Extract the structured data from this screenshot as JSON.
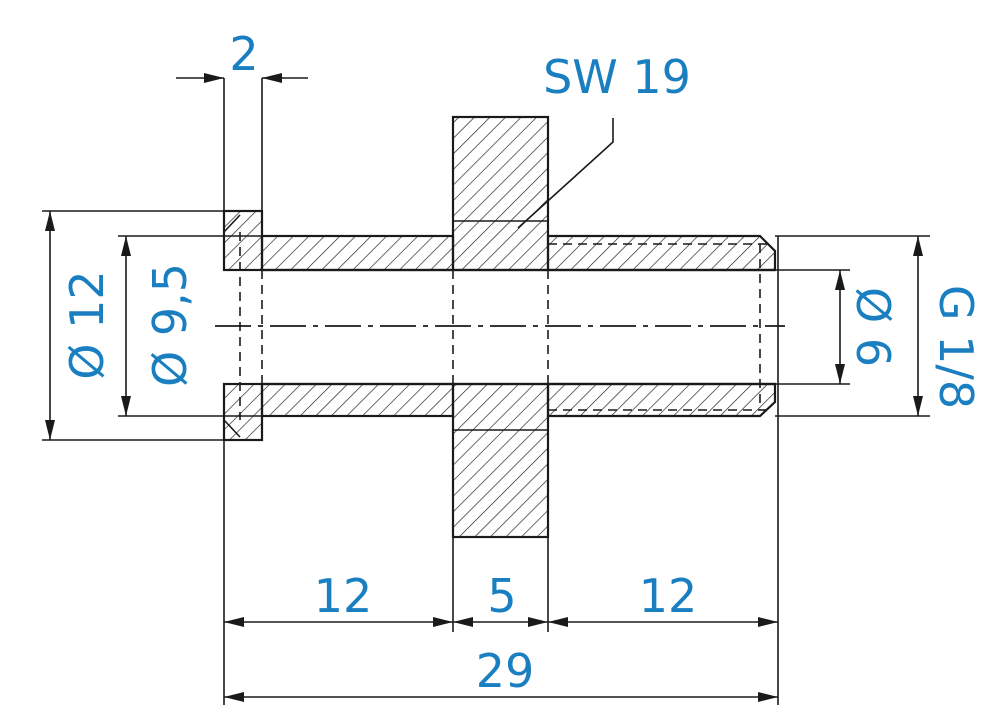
{
  "drawing": {
    "labels": {
      "wrench_size": "SW 19",
      "flange_thickness": "2",
      "outer_diameter": "Ø 12",
      "flange_bore_diameter": "Ø 9,5",
      "bore_diameter": "Ø 6",
      "thread": "G 1/8",
      "left_length": "12",
      "hex_width": "5",
      "right_length": "12",
      "total_length": "29"
    },
    "colors": {
      "dimension_text": "#1a7fc1",
      "lines": "#1a1a1a",
      "background": "#ffffff"
    }
  }
}
